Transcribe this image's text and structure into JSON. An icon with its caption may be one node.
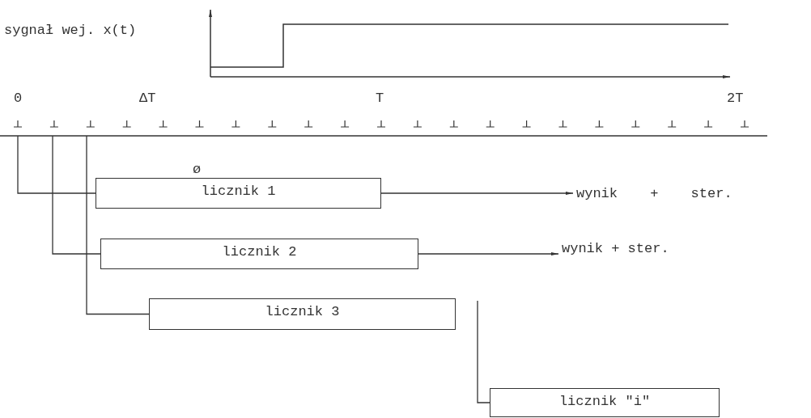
{
  "diagram": {
    "nodes": [
      {
        "text": [],
        "shape": "line"
      },
      {
        "text": [
          "licznik 1"
        ]
      },
      {
        "text": [
          "wynik + ster."
        ]
      },
      {
        "text": [
          "licznik 2"
        ]
      },
      {
        "text": [
          "wynik + ster."
        ]
      },
      {
        "text": [
          "licznik 3"
        ]
      },
      {
        "text": [
          "licznik \"i\""
        ]
      }
    ],
    "edges": [
      {
        "from": 1,
        "to": 2,
        "arrow": "to"
      },
      {
        "from": 3,
        "to": 4,
        "arrow": "to"
      },
      {
        "from": 0,
        "to": 1,
        "arrow": "none"
      },
      {
        "from": 0,
        "to": 3,
        "arrow": "none"
      },
      {
        "from": 0,
        "to": 5,
        "arrow": "none"
      },
      {
        "from": null,
        "to": 6,
        "arrow": "none"
      }
    ],
    "labels": [
      "sygnał wej. x(t)",
      "0",
      "ΔT",
      "T",
      "2T",
      "ø"
    ]
  }
}
